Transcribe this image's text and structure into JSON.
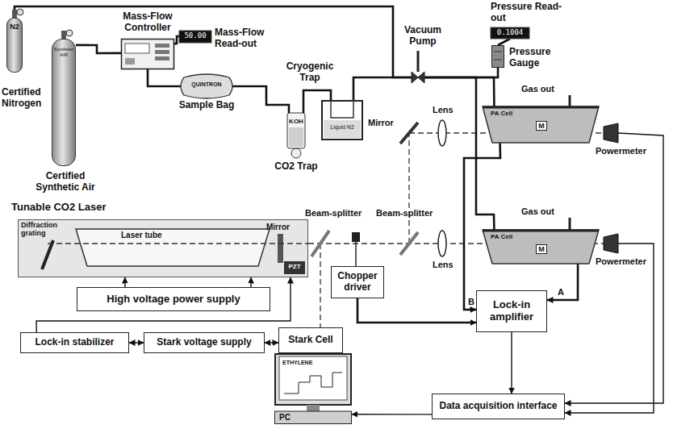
{
  "diagram": {
    "nodes": [
      {
        "text": [
          "N2",
          "Certified Nitrogen"
        ]
      },
      {
        "text": [
          "Synthetic AIR",
          "Certified Synthetic Air"
        ]
      },
      {
        "text": [
          "Mass-Flow Controller"
        ]
      },
      {
        "text": [
          "50.00",
          "Mass-Flow Read-out"
        ]
      },
      {
        "text": [
          "QUINTRON",
          "Sample Bag"
        ]
      },
      {
        "text": [
          "KOH",
          "CO2 Trap"
        ]
      },
      {
        "text": [
          "Liquid N2",
          "Cryogenic Trap"
        ]
      },
      {
        "text": [
          "Vacuum Pump"
        ]
      },
      {
        "text": [
          "Pressure Gauge"
        ]
      },
      {
        "text": [
          "0.1004",
          "Pressure Read-out"
        ]
      },
      {
        "text": [
          "PA Cell",
          "M"
        ]
      },
      {
        "text": [
          "PA Cell",
          "M"
        ]
      },
      {
        "text": [
          "Powermeter"
        ]
      },
      {
        "text": [
          "Powermeter"
        ]
      },
      {
        "text": [
          "Tunable CO2 Laser"
        ]
      },
      {
        "text": [
          "High voltage power supply"
        ]
      },
      {
        "text": [
          "Lock-in stabilizer"
        ]
      },
      {
        "text": [
          "Stark voltage supply"
        ]
      },
      {
        "text": [
          "Stark Cell"
        ]
      },
      {
        "text": [
          "Chopper driver"
        ]
      },
      {
        "text": [
          "Lock-in amplifier"
        ]
      },
      {
        "text": [
          "ETHYLENE",
          "PC"
        ]
      },
      {
        "text": [
          "Data acquisition interface"
        ]
      }
    ],
    "edges": [
      {
        "from": 0,
        "to": 7,
        "arrow": "none"
      },
      {
        "from": 1,
        "to": 2,
        "arrow": "none"
      },
      {
        "from": 2,
        "to": 3,
        "arrow": "none"
      },
      {
        "from": 2,
        "to": 4,
        "arrow": "none"
      },
      {
        "from": 4,
        "to": 5,
        "arrow": "none"
      },
      {
        "from": 5,
        "to": 6,
        "arrow": "none"
      },
      {
        "from": 6,
        "to": 7,
        "arrow": "none"
      },
      {
        "from": 7,
        "to": 8,
        "arrow": "none"
      },
      {
        "from": 8,
        "to": 9,
        "arrow": "none"
      },
      {
        "from": 7,
        "to": 10,
        "arrow": "none"
      },
      {
        "from": 7,
        "to": 11,
        "arrow": "none"
      },
      {
        "from": 15,
        "to": 14,
        "arrow": "to"
      },
      {
        "from": 15,
        "to": 14,
        "arrow": "to"
      },
      {
        "from": 16,
        "to": 14,
        "arrow": "to"
      },
      {
        "from": 16,
        "to": 17,
        "arrow": "both"
      },
      {
        "from": 17,
        "to": 18,
        "arrow": "both"
      },
      {
        "from": 19,
        "to": 20,
        "arrow": "to"
      },
      {
        "from": 11,
        "to": 20,
        "arrow": "to",
        "label": "A"
      },
      {
        "from": 10,
        "to": 20,
        "arrow": "to",
        "label": "B"
      },
      {
        "from": 12,
        "to": 22,
        "arrow": "to"
      },
      {
        "from": 13,
        "to": 22,
        "arrow": "to"
      },
      {
        "from": 20,
        "to": 22,
        "arrow": "to"
      },
      {
        "from": 22,
        "to": 21,
        "arrow": "to"
      }
    ],
    "labels": [
      "Diffraction grating",
      "Laser tube",
      "Mirror",
      "PZT",
      "Beam-splitter",
      "Beam-splitter",
      "Mirror",
      "Lens",
      "Lens",
      "Gas out",
      "Gas out"
    ]
  }
}
